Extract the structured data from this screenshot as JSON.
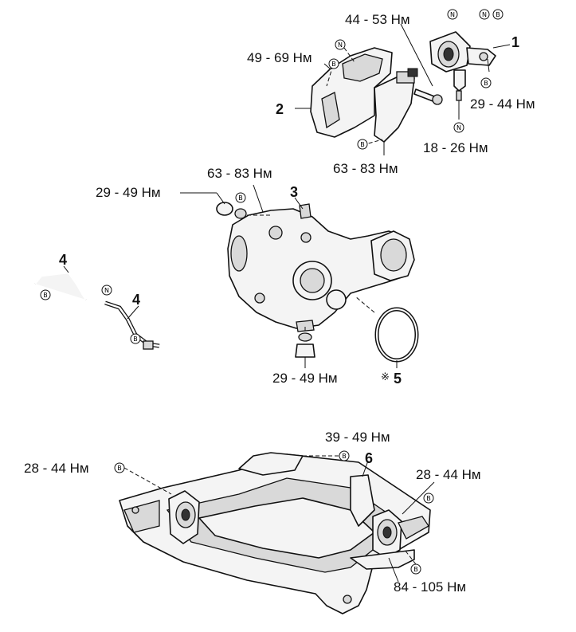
{
  "torque_labels": {
    "t44_53": "44 - 53 Нм",
    "t49_69": "49 - 69 Нм",
    "t29_44": "29 - 44 Нм",
    "t18_26": "18 - 26 Нм",
    "t63_83_upper": "63 - 83 Нм",
    "t63_83_cap": "63 - 83 Нм",
    "t29_49_top": "29 - 49 Нм",
    "t29_49_bottom": "29 - 49 Нм",
    "t39_49": "39 - 49 Нм",
    "t28_44_left": "28 - 44 Нм",
    "t28_44_right": "28 - 44 Нм",
    "t84_105": "84 - 105 Нм"
  },
  "part_numbers": {
    "p1": "1",
    "p2": "2",
    "p3": "3",
    "p4_left": "4",
    "p4_right": "4",
    "p5": "5",
    "p6": "6"
  },
  "symbols": {
    "asterisk": "※",
    "badge_n": "N",
    "badge_b": "B"
  }
}
